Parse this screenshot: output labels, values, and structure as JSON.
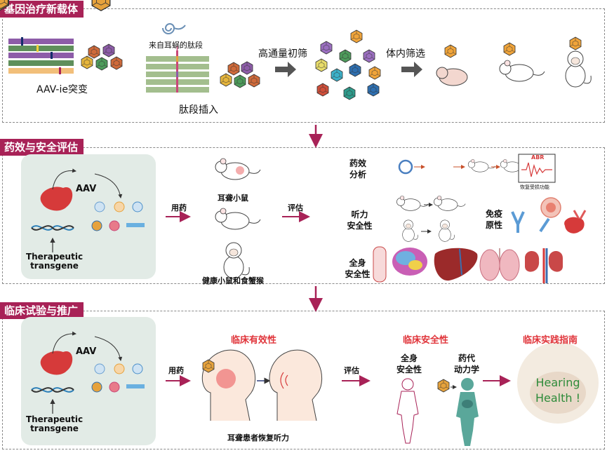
{
  "colors": {
    "brand": "#a82257",
    "panel_bg": "#e2ebe6",
    "arrow_gray": "#555555",
    "accent_red": "#e0343a",
    "green_text": "#2e8b3a"
  },
  "s1": {
    "title": "基因治疗新载体",
    "aav_mutation": "AAV-ie突变",
    "peptide_source": "来自耳蜗的肽段",
    "peptide_insert": "肽段插入",
    "hts": "高通量初筛",
    "invivo": "体内筛选"
  },
  "s2": {
    "title": "药效与安全评估",
    "aav": "AAV",
    "transgene_1": "Therapeutic",
    "transgene_2": "transgene",
    "dosing": "用药",
    "deaf_mouse": "耳聋小鼠",
    "evaluate": "评估",
    "healthy": "健康小鼠和食蟹猴",
    "efficacy_1": "药效",
    "efficacy_2": "分析",
    "abr": "ABR",
    "abr_caption": "恢复受损功能",
    "hearing_safety_1": "听力",
    "hearing_safety_2": "安全性",
    "immuno_1": "免疫",
    "immuno_2": "原性",
    "systemic_1": "全身",
    "systemic_2": "安全性"
  },
  "s3": {
    "title": "临床试验与推广",
    "aav": "AAV",
    "transgene_1": "Therapeutic",
    "transgene_2": "transgene",
    "dosing": "用药",
    "clin_eff": "临床有效性",
    "patients": "耳聋患者恢复听力",
    "evaluate": "评估",
    "clin_safe": "临床安全性",
    "systemic_1": "全身",
    "systemic_2": "安全性",
    "pk_1": "药代",
    "pk_2": "动力学",
    "guide": "临床实践指南",
    "hh_1": "Hearing",
    "hh_2": "Health !"
  }
}
